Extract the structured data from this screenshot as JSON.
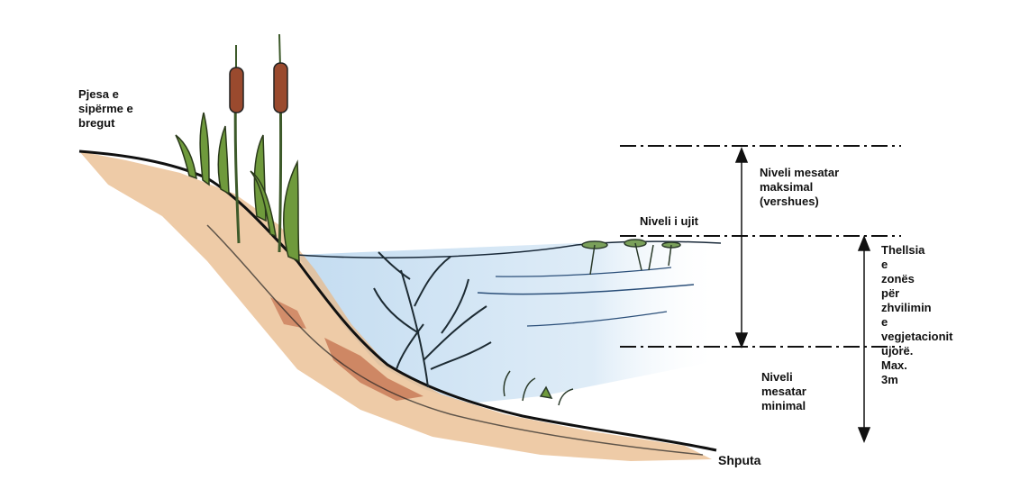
{
  "labels": {
    "bank_top": "Pjesa e\nsipërme e\nbregut",
    "max_level": "Niveli mesatar\nmaksimal\n(vershues)",
    "water_level": "Niveli i ujit",
    "threshold": "Thellsia\ne\nzonës\npër\nzhvilimin\ne\nvegjetacionit\nujorë.\nMax.\n3m",
    "min_level": "Niveli\nmesatar\nminimal",
    "base": "Shputa"
  },
  "colors": {
    "water": "#cfe3f3",
    "soil": "#e8b98a",
    "soil_dark": "#b5502e",
    "plant": "#6f9a3c",
    "cattail": "#9a4a2e",
    "ink": "#111111"
  }
}
